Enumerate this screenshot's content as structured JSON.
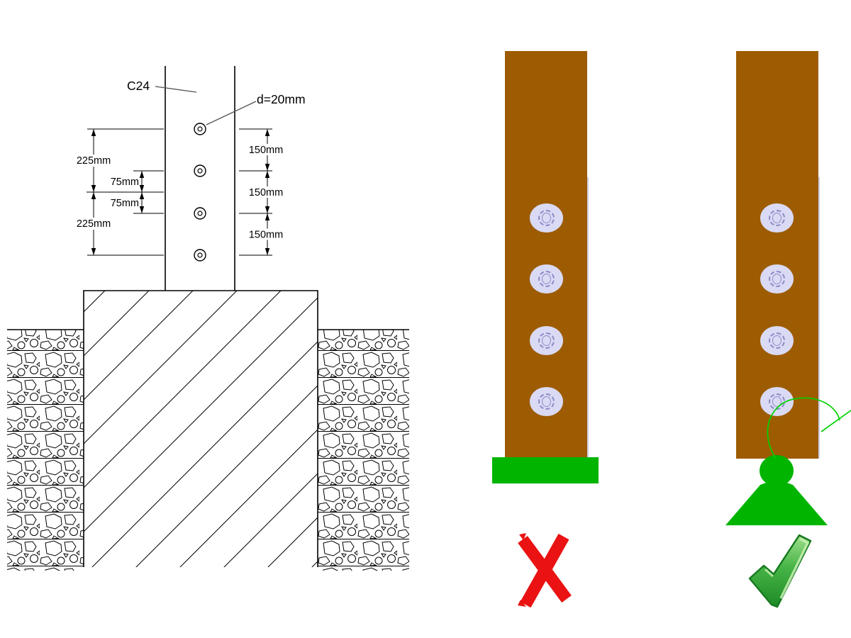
{
  "drawing": {
    "post_label": "C24",
    "hole_label": "d=20mm",
    "left_dims": [
      "225mm",
      "75mm",
      "75mm",
      "225mm"
    ],
    "right_dims": [
      "150mm",
      "150mm",
      "150mm"
    ],
    "hole_count": 4
  },
  "comparison": {
    "wrong": {
      "icon": "red-cross",
      "bolt_count": 4
    },
    "correct": {
      "icon": "green-check",
      "bolt_count": 4
    }
  },
  "colors": {
    "wood": "#9d5c02",
    "green": "#00b400",
    "anno-green": "#00d300",
    "red": "#ea1212",
    "bolt-face": "#dadaf5",
    "bolt-ring": "#8b8bc4",
    "line": "#000000",
    "edge-light": "#d0d0e8"
  }
}
